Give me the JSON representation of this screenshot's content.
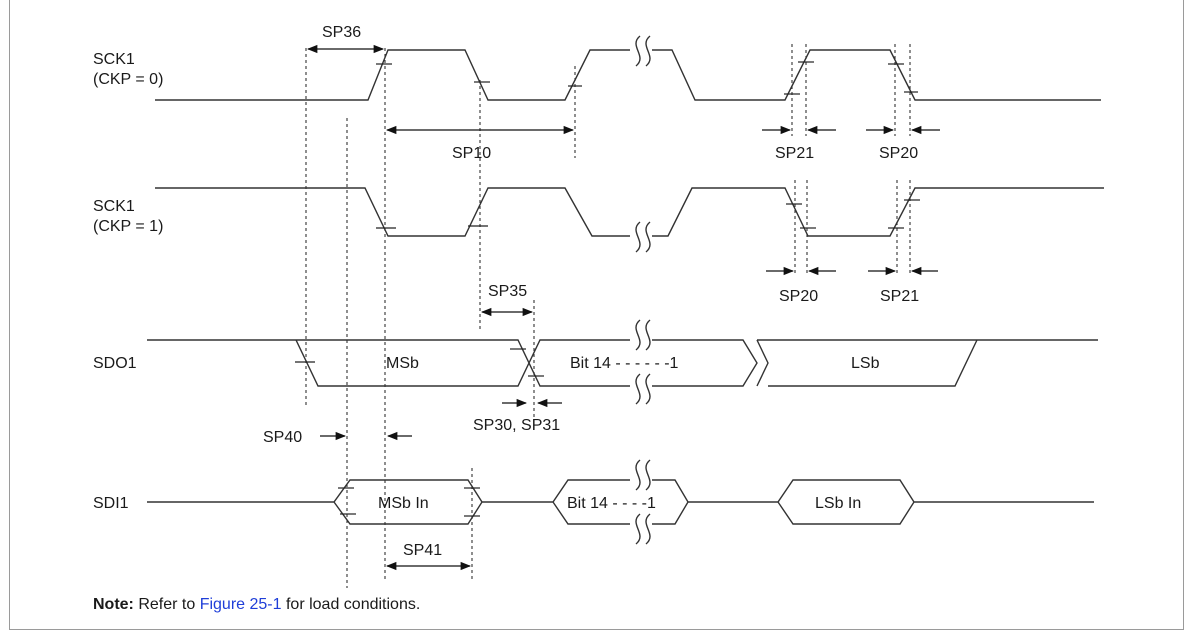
{
  "signals": {
    "sck1_ckp0_name": "SCK1",
    "sck1_ckp0_cond": "(CKP = 0)",
    "sck1_ckp1_name": "SCK1",
    "sck1_ckp1_cond": "(CKP = 1)",
    "sdo1": "SDO1",
    "sdi1": "SDI1"
  },
  "timing_labels": {
    "sp36": "SP36",
    "sp10": "SP10",
    "sp21_top": "SP21",
    "sp20_top": "SP20",
    "sp20_mid": "SP20",
    "sp21_mid": "SP21",
    "sp35": "SP35",
    "sp30_sp31": "SP30, SP31",
    "sp40": "SP40",
    "sp41": "SP41"
  },
  "data_cells": {
    "sdo_msb": "MSb",
    "sdo_bit14": "Bit 14 - - - - - -1",
    "sdo_lsb": "LSb",
    "sdi_msb": "MSb In",
    "sdi_bit14": "Bit 14 - - - -1",
    "sdi_lsb": "LSb In"
  },
  "note": {
    "prefix": "Note:",
    "text_before": " Refer to ",
    "link": "Figure 25-1",
    "text_after": " for load conditions."
  }
}
